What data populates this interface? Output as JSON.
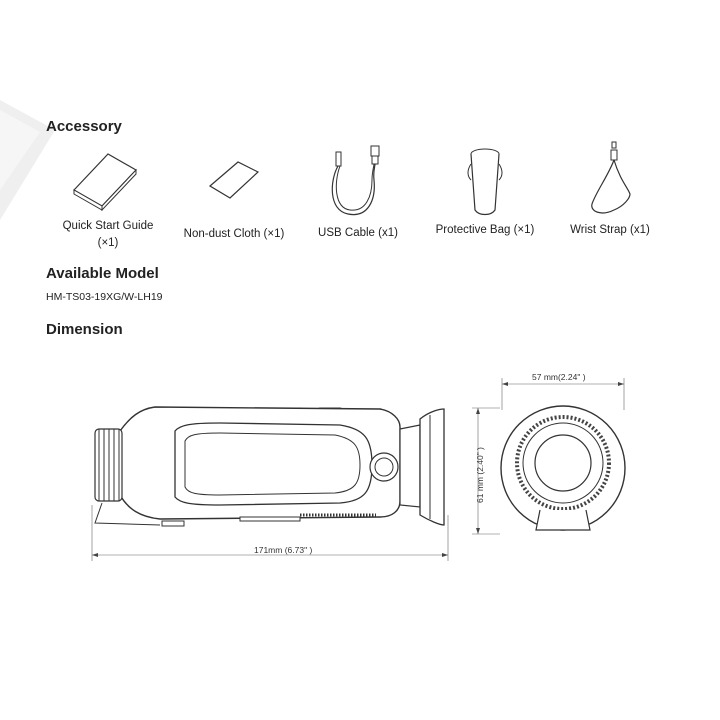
{
  "sections": {
    "accessory_title": "Accessory",
    "model_title": "Available Model",
    "dimension_title": "Dimension"
  },
  "accessories": [
    {
      "line1": "Quick Start Guide",
      "line2": "(×1)",
      "icon": "booklet-icon"
    },
    {
      "line1": "Non-dust Cloth (×1)",
      "icon": "cloth-icon"
    },
    {
      "line1": "USB Cable (x1)",
      "icon": "usb-cable-icon"
    },
    {
      "line1": "Protective Bag (×1)",
      "icon": "protective-bag-icon"
    },
    {
      "line1": "Wrist Strap (x1)",
      "icon": "wrist-strap-icon"
    }
  ],
  "model": "HM-TS03-19XG/W-LH19",
  "dimensions": {
    "length": "171mm (6.73\" )",
    "width": "57 mm(2.24\" )",
    "height": "61 mm (2.40\" )"
  },
  "colors": {
    "line": "#333333",
    "dim": "#555555",
    "bg": "#ffffff"
  }
}
